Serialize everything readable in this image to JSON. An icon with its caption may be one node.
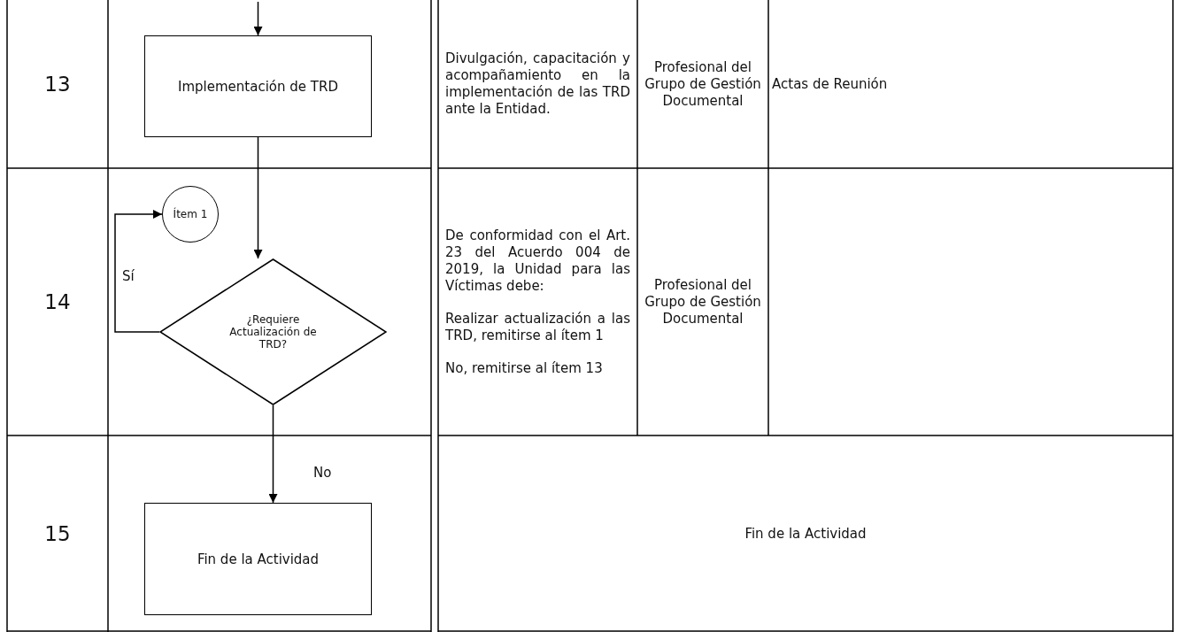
{
  "diagram": {
    "nodes": [
      {
        "text": [
          "Implementación de TRD"
        ]
      },
      {
        "text": [
          "Ítem 1"
        ]
      },
      {
        "text": [
          "¿Requiere Actualización de TRD?"
        ]
      },
      {
        "text": [
          "Fin de la Actividad"
        ]
      }
    ],
    "edges": [
      {
        "from": null,
        "to": 0,
        "arrow": "to"
      },
      {
        "from": 0,
        "to": 2,
        "arrow": "to"
      },
      {
        "from": 2,
        "to": 1,
        "arrow": "to",
        "label": "Sí"
      },
      {
        "from": 2,
        "to": 3,
        "arrow": "to",
        "label": "No"
      }
    ],
    "labels": [
      "13",
      "Divulgación, capacitación y acompañamiento en la implementación de las TRD ante la Entidad.",
      "Profesional del Grupo de Gestión Documental",
      "Actas de Reunión",
      "14",
      "De conformidad con el Art. 23 del Acuerdo 004 de 2019, la Unidad para las Víctimas debe:",
      "Realizar actualización a las TRD, remitirse al ítem 1",
      "No, remitirse al ítem 13",
      "Profesional del Grupo de Gestión Documental",
      "15",
      "Fin de la Actividad"
    ]
  }
}
